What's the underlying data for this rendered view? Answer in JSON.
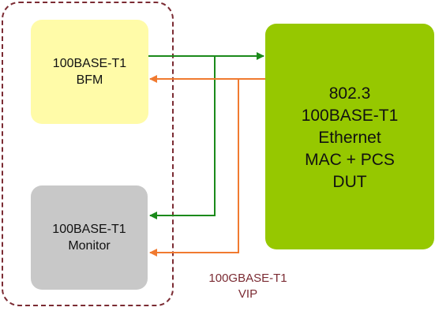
{
  "vip": {
    "label_line1": "100GBASE-T1",
    "label_line2": "VIP"
  },
  "bfm": {
    "line1": "100BASE-T1",
    "line2": "BFM"
  },
  "monitor": {
    "line1": "100BASE-T1",
    "line2": "Monitor"
  },
  "dut": {
    "line1": "802.3",
    "line2": "100BASE-T1",
    "line3": "Ethernet",
    "line4": "MAC + PCS",
    "line5": "DUT"
  },
  "colors": {
    "boundary": "#7b2b33",
    "bfm_fill": "#fffba8",
    "monitor_fill": "#c8c8c8",
    "dut_fill": "#96c800",
    "tx_arrow": "#1b8a1b",
    "rx_arrow": "#f07a30"
  }
}
